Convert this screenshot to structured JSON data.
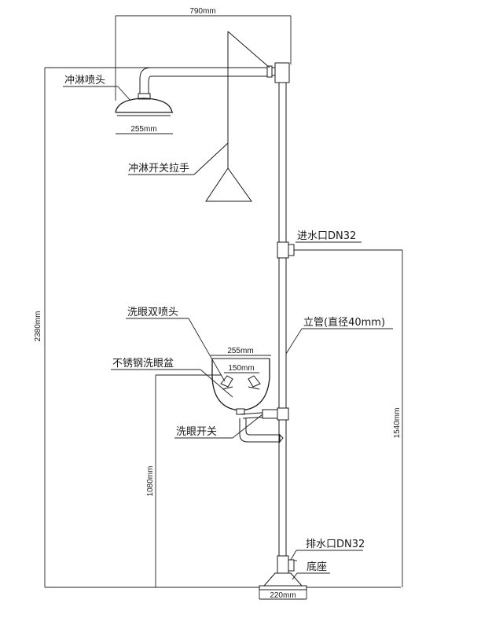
{
  "dimensions": {
    "top_width": "790mm",
    "head_width": "255mm",
    "total_height": "2380mm",
    "inlet_height": "1540mm",
    "bowl_height": "1080mm",
    "bowl_width": "255mm",
    "nozzle_spacing": "150mm",
    "base_width": "220mm"
  },
  "labels": {
    "shower_head": "冲淋喷头",
    "shower_pull": "冲淋开关拉手",
    "inlet": "进水口DN32",
    "eye_nozzles": "洗眼双喷头",
    "vertical_pipe": "立管(直径40mm)",
    "bowl": "不锈钢洗眼盆",
    "eye_switch": "洗眼开关",
    "drain": "排水口DN32",
    "base": "底座"
  }
}
